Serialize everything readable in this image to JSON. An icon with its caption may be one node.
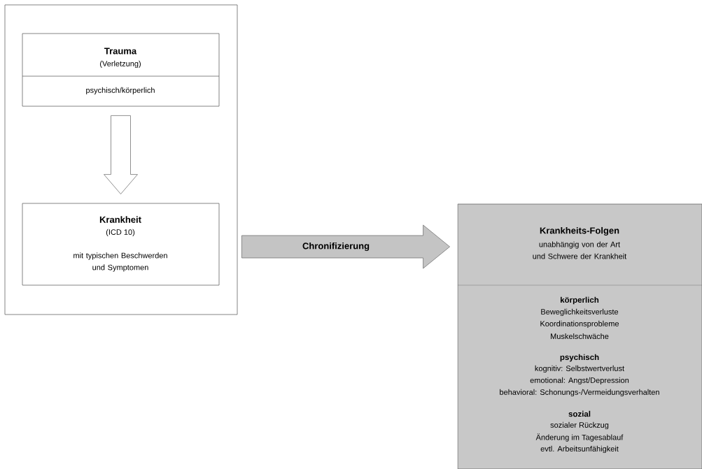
{
  "diagram": {
    "nodes": [
      {
        "text": [],
        "shape": "box"
      },
      {
        "text": [
          "Trauma",
          "(Verletzung)",
          "psychisch/körperlich"
        ],
        "in": 0
      },
      {
        "text": [
          "Krankheit",
          "(ICD 10)",
          "mit typischen Beschwerden und Symptomen"
        ],
        "in": 0
      },
      {
        "text": [
          "Krankheits-Folgen",
          "unabhängig von der Art und Schwere der Krankheit",
          "körperlich",
          "Beweglichkeitsverluste",
          "Koordinationsprobleme",
          "Muskelschwäche",
          "psychisch",
          "kognitiv: Selbstwertverlust",
          "emotional: Angst/Depression",
          "behavioral: Schonungs-/Vermeidungsverhalten",
          "sozial",
          "sozialer Rückzug",
          "Änderung im Tagesablauf",
          "evtl. Arbeitsunfähigkeit"
        ]
      }
    ],
    "edges": [
      {
        "from": 1,
        "to": 2,
        "arrow": "to"
      },
      {
        "from": 0,
        "to": 3,
        "arrow": "to",
        "label": "Chronifizierung",
        "color": "#c4c4c4"
      }
    ]
  }
}
